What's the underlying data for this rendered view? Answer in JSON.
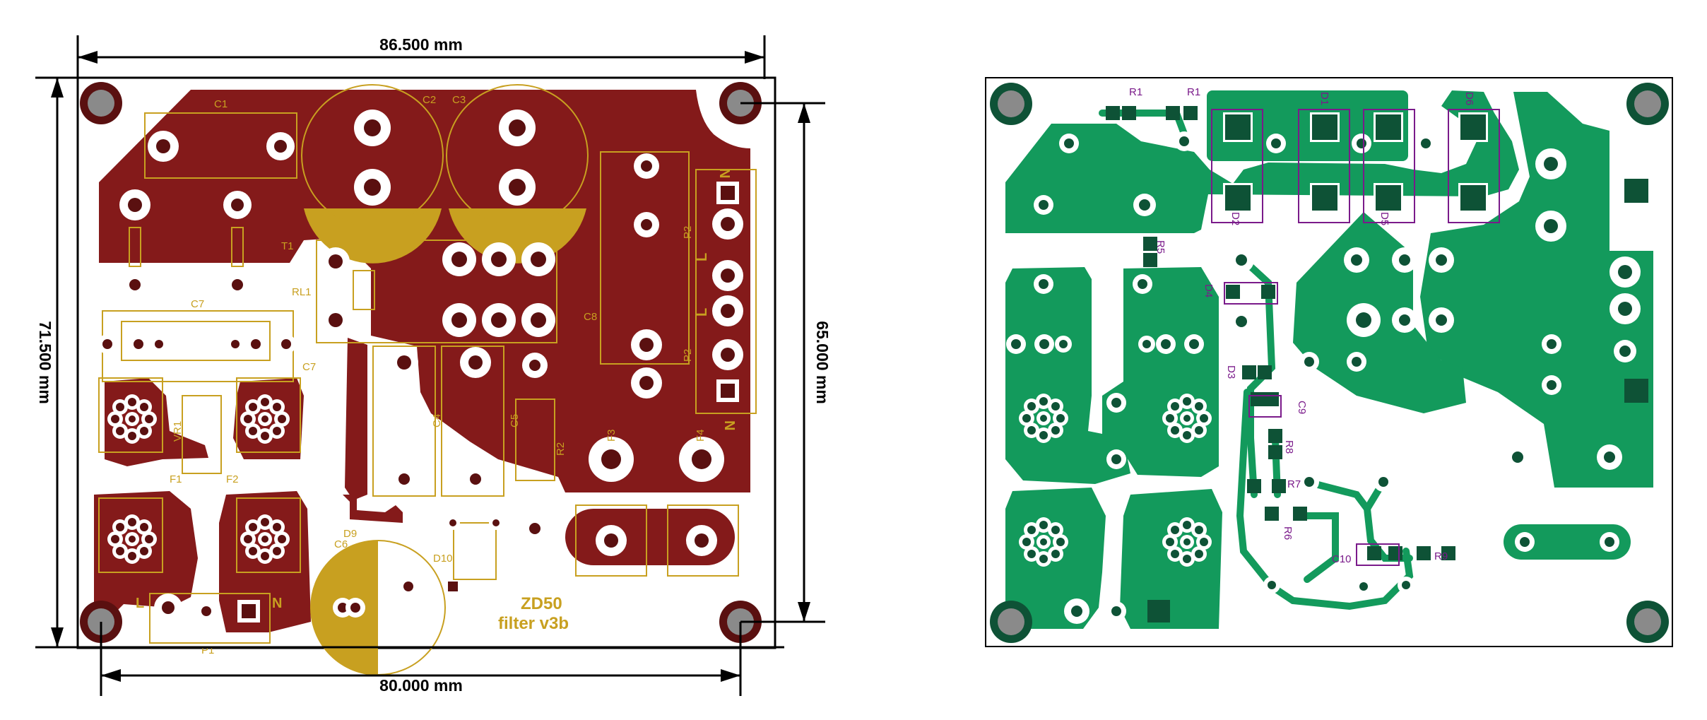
{
  "colors": {
    "background": "#ffffff",
    "front_copper": "#841a1a",
    "front_silk": "#c8a020",
    "back_copper": "#139a5c",
    "back_pad": "#0e5236",
    "back_silk": "#7a1a8a",
    "dimension": "#000000",
    "hole": "#8a8a8a"
  },
  "dimensions": {
    "top_width": "86.500 mm",
    "left_height": "71.500 mm",
    "right_height": "65.000 mm",
    "bottom_width": "80.000 mm"
  },
  "board_front": {
    "title_line1": "ZD50",
    "title_line2": "filter v3b",
    "labels": {
      "c1": "C1",
      "c2": "C2",
      "c3": "C3",
      "t1": "T1",
      "c7a": "C7",
      "c7b": "C7",
      "rl1": "RL1",
      "c8": "C8",
      "p2a": "P2",
      "p2b": "P2",
      "n_top": "N",
      "n_bot": "N",
      "l_a": "L",
      "l_b": "L",
      "c4": "C4",
      "c5": "C5",
      "r2": "R2",
      "f3": "F3",
      "f4": "F4",
      "vr1": "VR1",
      "f1": "F1",
      "f2": "F2",
      "d9": "D9",
      "c6": "C6",
      "d10": "D10",
      "l_p1": "L",
      "n_p1": "N",
      "p1": "P1"
    }
  },
  "board_back": {
    "labels": {
      "r1a": "R1",
      "r1b": "R1",
      "d1": "D1",
      "d6": "D6",
      "d2": "D2",
      "d5": "D5",
      "r5": "R5",
      "d4": "D4",
      "d3": "D3",
      "c9": "C9",
      "r8": "R8",
      "r7": "R7",
      "r6": "R6",
      "c10": "C10",
      "r9": "R9"
    }
  }
}
